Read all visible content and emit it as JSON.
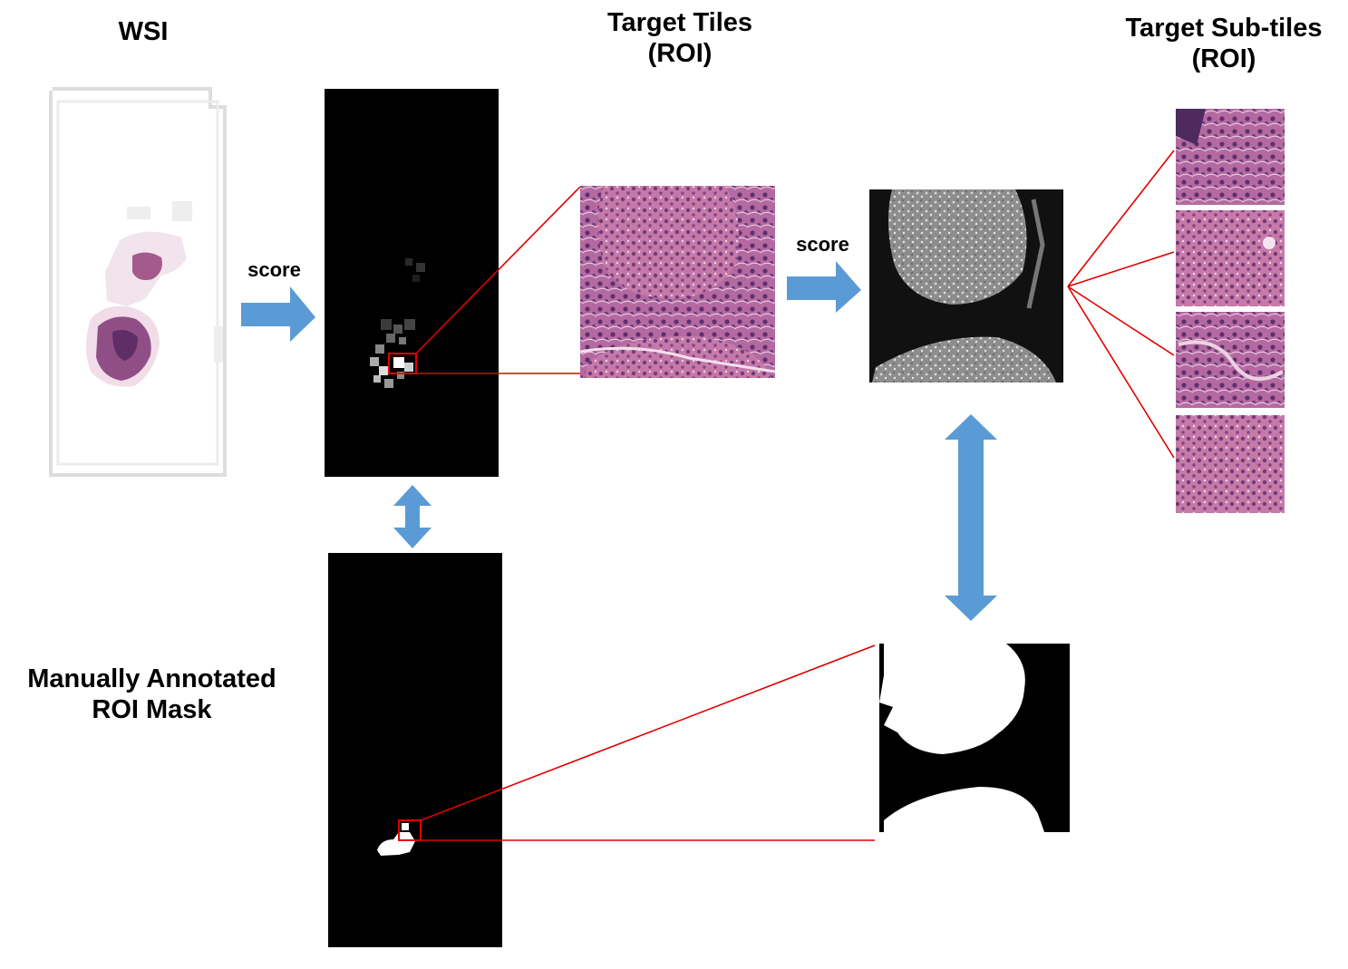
{
  "labels": {
    "wsi": "WSI",
    "target_tiles": "Target Tiles\n(ROI)",
    "target_subtiles": "Target Sub-tiles\n(ROI)",
    "score_left": "score",
    "score_right": "score",
    "mask": "Manually Annotated\nROI Mask"
  },
  "colors": {
    "arrow": "#5b9bd5",
    "zoom_line": "#e00000",
    "tissue": "#c5719a",
    "tissue_dark": "#7a3d78",
    "heatmap_bg": "#000000"
  }
}
